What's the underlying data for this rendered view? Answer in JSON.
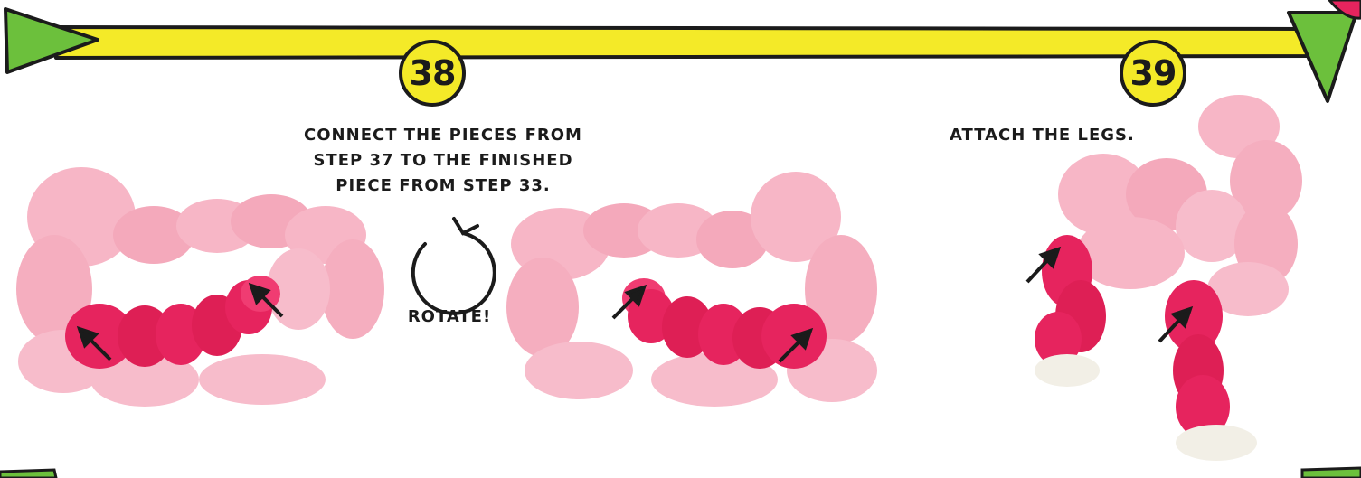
{
  "steps": [
    {
      "number": "38",
      "caption_lines": [
        "CONNECT THE PIECES FROM",
        "STEP 37 TO THE FINISHED",
        "PIECE FROM STEP 33."
      ]
    },
    {
      "number": "39",
      "caption_lines": [
        "ATTACH THE LEGS."
      ]
    }
  ],
  "rotate_label": "ROTATE!",
  "colors": {
    "banner_yellow": "#f4ea28",
    "banner_green": "#6cc03c",
    "outline": "#1b1b1b",
    "foam_light_pink": "#f7b6c6",
    "foam_hot_pink": "#e6245e",
    "foam_white": "#f2efe6"
  },
  "icons": [
    "rotate-arrow-icon",
    "pointer-arrow-icon"
  ]
}
